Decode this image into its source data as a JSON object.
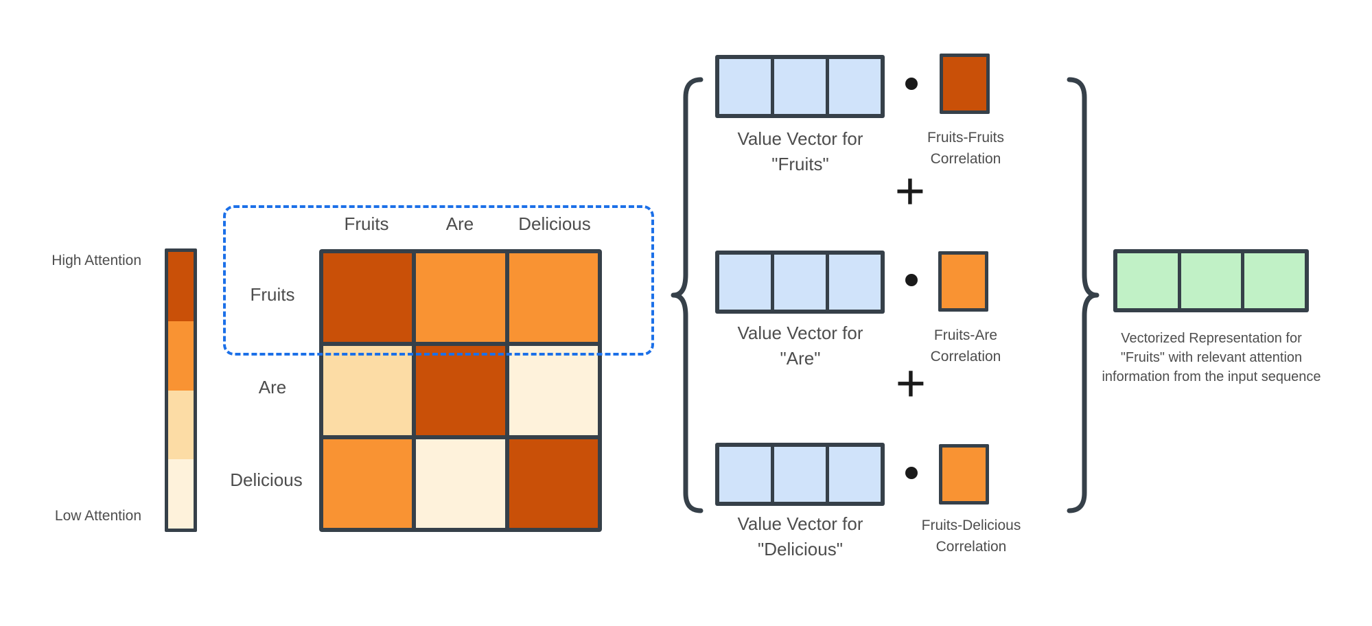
{
  "palette": {
    "high": "#C95008",
    "medium": "#F99333",
    "low": "#FCDCA5",
    "minimal": "#FEF2DB",
    "value_cell": "#D0E3FA",
    "output_cell": "#C1F1C6",
    "border": "#364049",
    "dashed_blue": "#1C70E8",
    "text_gray": "#4D4D4D",
    "ink": "#1A1A1A"
  },
  "icons": {
    "dot_product_icon": "filled-circle",
    "left_brace_icon": "curly-brace-left",
    "right_brace_icon": "curly-brace-right"
  },
  "legend": {
    "high_label": "High Attention",
    "low_label": "Low Attention",
    "segments": [
      "high",
      "medium",
      "low",
      "minimal"
    ]
  },
  "matrix": {
    "col_headers": [
      "Fruits",
      "Are",
      "Delicious"
    ],
    "row_headers": [
      "Fruits",
      "Are",
      "Delicious"
    ],
    "cells": [
      [
        "high",
        "medium",
        "medium"
      ],
      [
        "low",
        "high",
        "minimal"
      ],
      [
        "medium",
        "minimal",
        "high"
      ]
    ]
  },
  "operators": {
    "dot": "•",
    "plus": "+"
  },
  "groups": [
    {
      "caption_lines": [
        "Value Vector for",
        "\"Fruits\""
      ],
      "corr_lines": [
        "Fruits-Fruits",
        "Correlation"
      ],
      "corr_level": "high"
    },
    {
      "caption_lines": [
        "Value Vector for",
        "\"Are\""
      ],
      "corr_lines": [
        "Fruits-Are",
        "Correlation"
      ],
      "corr_level": "medium"
    },
    {
      "caption_lines": [
        "Value Vector for",
        "\"Delicious\""
      ],
      "corr_lines": [
        "Fruits-Delicious",
        "Correlation"
      ],
      "corr_level": "medium"
    }
  ],
  "output": {
    "caption_lines": [
      "Vectorized Representation for",
      "\"Fruits\" with relevant attention",
      "information from the input sequence"
    ]
  }
}
